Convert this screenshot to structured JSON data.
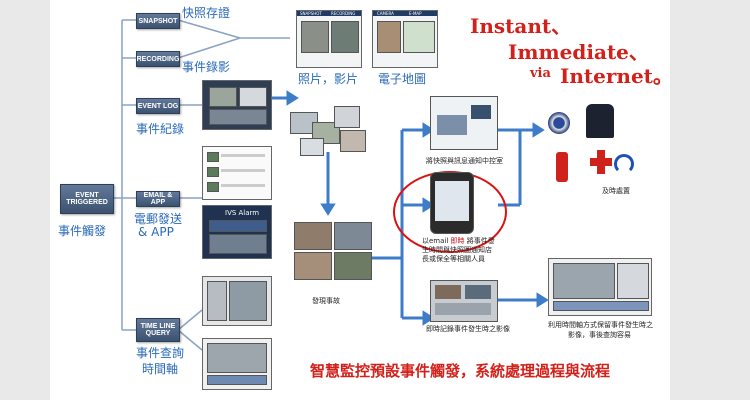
{
  "nodes": {
    "event_triggered": "EVENT TRIGGERED",
    "snapshot": "SNAPSHOT",
    "recording": "RECORDING",
    "event_log": "EVENT LOG",
    "email_app": "EMAIL & APP",
    "timeline_query": "TIME LINE QUERY"
  },
  "labels": {
    "event_trigger": "事件觸發",
    "snapshot_save": "快照存證",
    "event_record": "事件錄影",
    "event_log": "事件紀錄",
    "email_app_line1": "電郵發送",
    "email_app_line2": "& APP",
    "timeline_line1": "事件查詢",
    "timeline_line2": "時間軸",
    "photo_video": "照片，影片",
    "emap": "電子地圖"
  },
  "screens": {
    "snapshot_tab": "SNAPSHOT",
    "recording_tab": "RECORDING",
    "camera_tab": "CAMERA",
    "emap_tab": "E-MAP",
    "ivs_alarm": "IVS Alarm"
  },
  "headline": {
    "line1": "Instant、",
    "line2": "Immediate、",
    "via": "via",
    "internet": "Internet。"
  },
  "captions": {
    "control_room": "將快照與訊息通知中控室",
    "discover": "發現事故",
    "email_line1_a": "以email",
    "email_line1_b": "即時",
    "email_line1_c": "將事件發",
    "email_line2": "生時間與快照圖通知店",
    "email_line3": "長或保全等相關人員",
    "record_image": "即時記錄事件發生時之影像",
    "timely": "及時處置",
    "timeline_line1": "利用時間軸方式保留事件發生時之",
    "timeline_line2": "影像，事後查詢容易"
  },
  "footer": "智慧監控預設事件觸發，系統處理過程與流程",
  "colors": {
    "headline": "#d4201a",
    "accent_blue": "#2a6ab8",
    "node": "#4a6183",
    "flow_arrow": "#3d7cc9",
    "ellipse": "#d11"
  }
}
